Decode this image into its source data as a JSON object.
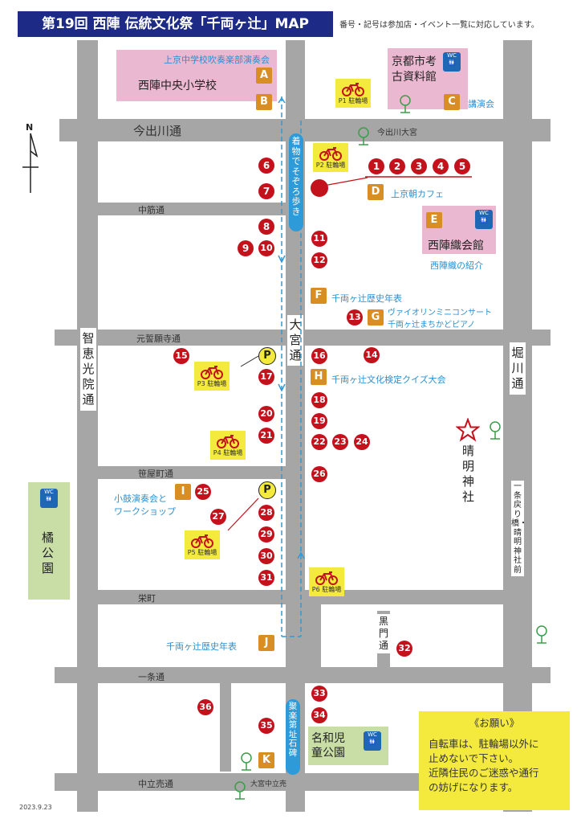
{
  "title": "第19回 西陣 伝統文化祭「千両ヶ辻」MAP",
  "subtitle": "番号・記号は参加店・イベント一覧に対応しています。",
  "date": "2023.9.23",
  "compass": "N",
  "roads": {
    "imadegawa": "今出川通",
    "nakasuji": "中筋通",
    "motoseiganji": "元誓願寺通",
    "sasaya": "笹屋町通",
    "sakae": "栄町",
    "ichijo": "一条通",
    "nakadachiuri": "中立売通",
    "imadegawa_omiya": "今出川大宮",
    "omiya_nakadachiuri": "大宮中立売",
    "chie": "智恵光院通",
    "omiya": "大宮通",
    "horikawa": "堀川通",
    "kuromon": "黒門通",
    "juraku": "聚楽第址石碑",
    "ichijo_modoribashi": "一条戻り橋・晴明神社前"
  },
  "route_label": "着物でそぞろ歩き",
  "places": {
    "nishijin_school": "西陣中央小学校",
    "koko": "京都市考古資料館",
    "orikaikan": "西陣織会館",
    "seimei": "晴明神社",
    "tachibana": "橘公園",
    "nagomi": "名和児童公園"
  },
  "events": {
    "A": "上京中学校吹奏楽部演奏会",
    "C": "講演会",
    "D": "上京朝カフェ",
    "E": "西陣織の紹介",
    "F": "千両ヶ辻歴史年表",
    "G1": "ヴァイオリンミニコンサート",
    "G2": "千両ヶ辻まちかどピアノ",
    "H": "千両ヶ辻文化検定クイズ大会",
    "I1": "小鼓演奏会と",
    "I2": "ワークショップ",
    "J": "千両ヶ辻歴史年表"
  },
  "letters": [
    "A",
    "B",
    "C",
    "D",
    "E",
    "F",
    "G",
    "H",
    "I",
    "J",
    "K"
  ],
  "numbers": [
    "1",
    "2",
    "3",
    "4",
    "5",
    "6",
    "7",
    "8",
    "9",
    "10",
    "11",
    "12",
    "13",
    "14",
    "15",
    "16",
    "17",
    "18",
    "19",
    "20",
    "21",
    "22",
    "23",
    "24",
    "25",
    "26",
    "27",
    "28",
    "29",
    "30",
    "31",
    "32",
    "33",
    "34",
    "35",
    "36"
  ],
  "parking_label": "駐輪場",
  "parking": [
    "P1",
    "P2",
    "P3",
    "P4",
    "P5",
    "P6"
  ],
  "p_mark": "P",
  "wc": "WC",
  "notice": {
    "heading": "《お願い》",
    "line1": "自転車は、駐輪場以外に",
    "line2": "止めないで下さい。",
    "line3": "近隣住民のご迷惑や通行",
    "line4": "の妨げになります。"
  },
  "colors": {
    "title_bg": "#1d2a86",
    "road": "#a6a6a6",
    "number_marker": "#c4121c",
    "letter_marker": "#d88e22",
    "event_text": "#2b8fd0",
    "parking": "#f4ea3e",
    "venue": "#eab8d0",
    "park": "#c9dea7"
  },
  "icons": [
    "bicycle-icon",
    "toilet-icon",
    "tree-icon",
    "star-icon",
    "compass-arrow-icon",
    "route-arrow-icon"
  ]
}
